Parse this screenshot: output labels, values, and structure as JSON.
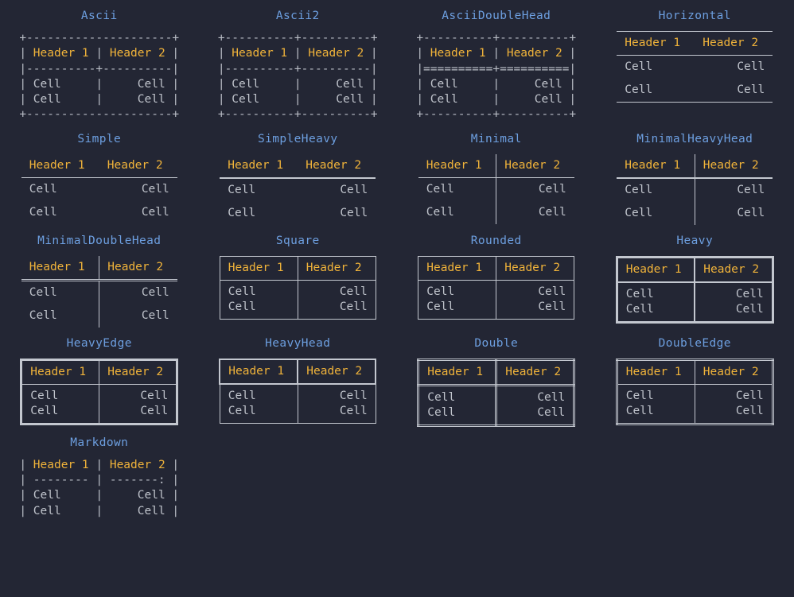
{
  "theme": {
    "background": "#232634",
    "caption_color": "#6d9fe0",
    "header_color": "#f0b33a",
    "cell_color": "#c0c4cc",
    "rule_color": "#c3c7cf"
  },
  "common": {
    "header1": "Header 1",
    "header2": "Header 2",
    "cell": "Cell"
  },
  "samples": [
    {
      "name": "Ascii",
      "caption": "Ascii",
      "render": "ascii",
      "lines": [
        {
          "type": "rule",
          "text": "+---------------------+"
        },
        {
          "type": "row",
          "left": "| Header 1 | Header 2 |",
          "kind": "header"
        },
        {
          "type": "rule",
          "text": "|----------+----------|"
        },
        {
          "type": "row",
          "left": "| Cell     |     Cell |",
          "kind": "cell"
        },
        {
          "type": "row",
          "left": "| Cell     |     Cell |",
          "kind": "cell"
        },
        {
          "type": "rule",
          "text": "+---------------------+"
        }
      ]
    },
    {
      "name": "Ascii2",
      "caption": "Ascii2",
      "render": "ascii",
      "lines": [
        {
          "type": "rule",
          "text": "+----------+----------+"
        },
        {
          "type": "row",
          "left": "| Header 1 | Header 2 |",
          "kind": "header"
        },
        {
          "type": "rule",
          "text": "|----------+----------|"
        },
        {
          "type": "row",
          "left": "| Cell     |     Cell |",
          "kind": "cell"
        },
        {
          "type": "row",
          "left": "| Cell     |     Cell |",
          "kind": "cell"
        },
        {
          "type": "rule",
          "text": "+----------+----------+"
        }
      ]
    },
    {
      "name": "AsciiDoubleHead",
      "caption": "AsciiDoubleHead",
      "render": "ascii",
      "lines": [
        {
          "type": "rule",
          "text": "+----------+----------+"
        },
        {
          "type": "row",
          "left": "| Header 1 | Header 2 |",
          "kind": "header"
        },
        {
          "type": "rule",
          "text": "|==========+==========|"
        },
        {
          "type": "row",
          "left": "| Cell     |     Cell |",
          "kind": "cell"
        },
        {
          "type": "row",
          "left": "| Cell     |     Cell |",
          "kind": "cell"
        },
        {
          "type": "rule",
          "text": "+----------+----------+"
        }
      ]
    },
    {
      "name": "Horizontal",
      "caption": "Horizontal",
      "render": "box",
      "style_class": "t-horizontal"
    },
    {
      "name": "Simple",
      "caption": "Simple",
      "render": "box",
      "style_class": "t-simple"
    },
    {
      "name": "SimpleHeavy",
      "caption": "SimpleHeavy",
      "render": "box",
      "style_class": "t-simpleheavy"
    },
    {
      "name": "Minimal",
      "caption": "Minimal",
      "render": "box",
      "style_class": "t-minimal"
    },
    {
      "name": "MinimalHeavyHead",
      "caption": "MinimalHeavyHead",
      "render": "box",
      "style_class": "t-minimalheavy"
    },
    {
      "name": "MinimalDoubleHead",
      "caption": "MinimalDoubleHead",
      "render": "box",
      "style_class": "t-minimaldouble"
    },
    {
      "name": "Square",
      "caption": "Square",
      "render": "box",
      "style_class": "t-square"
    },
    {
      "name": "Rounded",
      "caption": "Rounded",
      "render": "box",
      "style_class": "t-rounded"
    },
    {
      "name": "Heavy",
      "caption": "Heavy",
      "render": "box",
      "style_class": "t-heavy"
    },
    {
      "name": "HeavyEdge",
      "caption": "HeavyEdge",
      "render": "box",
      "style_class": "t-heavyedge"
    },
    {
      "name": "HeavyHead",
      "caption": "HeavyHead",
      "render": "box",
      "style_class": "t-heavyhead"
    },
    {
      "name": "Double",
      "caption": "Double",
      "render": "box",
      "style_class": "t-double"
    },
    {
      "name": "DoubleEdge",
      "caption": "DoubleEdge",
      "render": "box",
      "style_class": "t-doubleedge"
    },
    {
      "name": "Markdown",
      "caption": "Markdown",
      "render": "ascii",
      "lines": [
        {
          "type": "row",
          "left": "| Header 1 | Header 2 |",
          "kind": "header"
        },
        {
          "type": "rule",
          "text": "| -------- | -------: |"
        },
        {
          "type": "row",
          "left": "| Cell     |     Cell |",
          "kind": "cell"
        },
        {
          "type": "row",
          "left": "| Cell     |     Cell |",
          "kind": "cell"
        }
      ]
    }
  ]
}
